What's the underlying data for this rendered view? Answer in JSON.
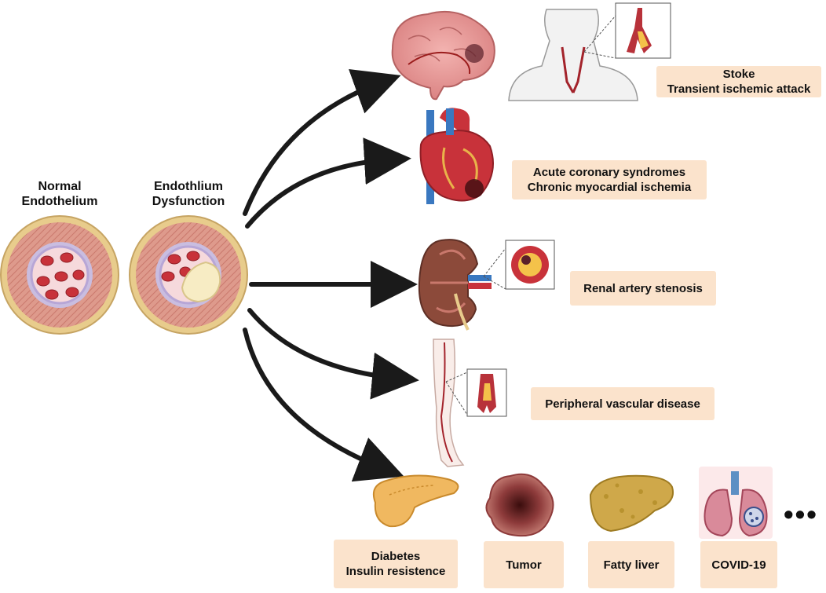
{
  "vessels": {
    "normal": {
      "line1": "Normal",
      "line2": "Endothelium"
    },
    "dysfunction": {
      "line1": "Endothlium",
      "line2": "Dysfunction"
    }
  },
  "outcomes": {
    "stroke": {
      "line1": "Stoke",
      "line2": "Transient ischemic attack"
    },
    "coronary": {
      "line1": "Acute coronary syndromes",
      "line2": "Chronic myocardial ischemia"
    },
    "renal": {
      "line1": "Renal artery stenosis"
    },
    "peripheral": {
      "line1": "Peripheral vascular disease"
    },
    "diabetes": {
      "line1": "Diabetes",
      "line2": "Insulin resistence"
    },
    "tumor": {
      "line1": "Tumor"
    },
    "fatty_liver": {
      "line1": "Fatty liver"
    },
    "covid": {
      "line1": "COVID-19"
    }
  },
  "more_indicator": "•••",
  "icons": [
    "brain-icon",
    "neck-artery-icon",
    "heart-icon",
    "kidney-icon",
    "leg-artery-icon",
    "pancreas-icon",
    "tumor-icon",
    "liver-icon",
    "lungs-icon"
  ],
  "colors": {
    "label_background": "#fbe3cc",
    "arrow": "#1a1a1a",
    "vessel_wall": "#d98a80",
    "vessel_outer": "#e6c98a",
    "blood_cell": "#c8323a",
    "plaque": "#f7ecc4"
  }
}
